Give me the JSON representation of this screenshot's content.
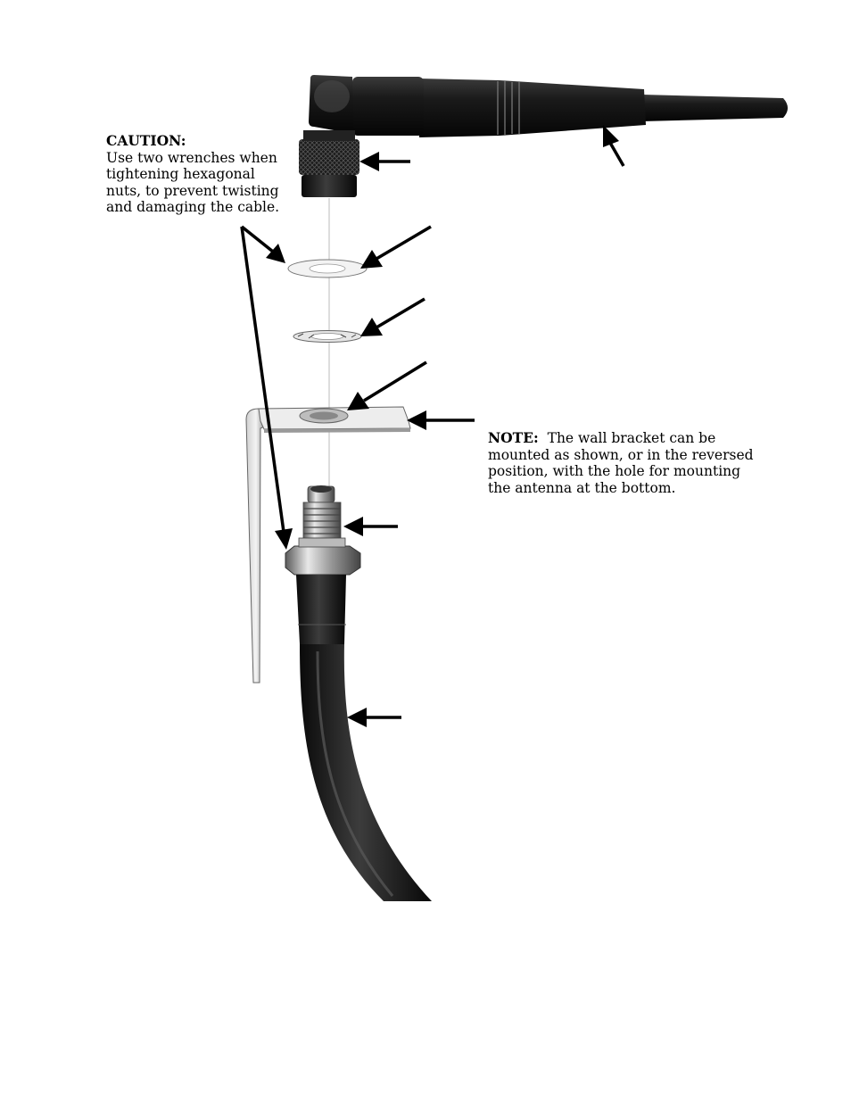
{
  "caution": {
    "heading": "CAUTION:",
    "lines": [
      "Use two wrenches when",
      "tightening hexagonal",
      "nuts, to prevent twisting",
      "and damaging the cable."
    ]
  },
  "note": {
    "heading": "NOTE:",
    "text": "The wall bracket can be mounted as shown, or in the reversed position, with the hole for mounting the antenna at the bottom."
  }
}
